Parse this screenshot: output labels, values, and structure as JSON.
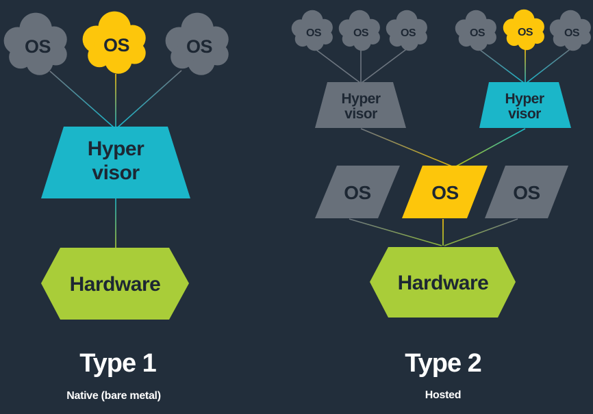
{
  "colors": {
    "background": "#222e3b",
    "gray_shape": "#68707a",
    "yellow_accent": "#fdc60b",
    "teal_accent": "#1bb6c9",
    "green_accent": "#a9cd39",
    "dark_text": "#1d2733",
    "white_text": "#ffffff",
    "line_gray": "#6e7680"
  },
  "type1": {
    "clouds": [
      "OS",
      "OS",
      "OS"
    ],
    "hypervisor_line1": "Hyper",
    "hypervisor_line2": "visor",
    "hardware": "Hardware",
    "title": "Type 1",
    "subtitle": "Native (bare metal)"
  },
  "type2": {
    "group1_clouds": [
      "OS",
      "OS",
      "OS"
    ],
    "group2_clouds": [
      "OS",
      "OS",
      "OS"
    ],
    "hypervisor1_line1": "Hyper",
    "hypervisor1_line2": "visor",
    "hypervisor2_line1": "Hyper",
    "hypervisor2_line2": "visor",
    "host_os": [
      "OS",
      "OS",
      "OS"
    ],
    "hardware": "Hardware",
    "title": "Type 2",
    "subtitle": "Hosted"
  }
}
